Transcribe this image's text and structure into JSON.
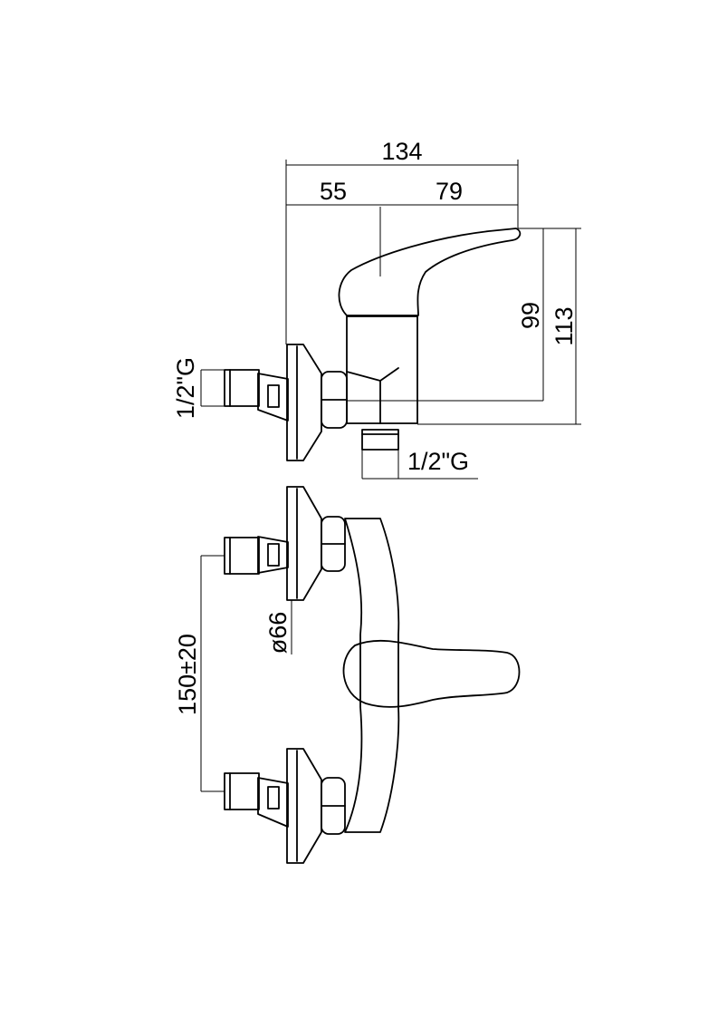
{
  "dimensions": {
    "overall_width": "134",
    "width_left": "55",
    "width_right": "79",
    "height_99": "99",
    "height_113": "113",
    "thread_inlet": "1/2\"G",
    "thread_outlet": "1/2\"G",
    "flange_diameter": "ø66",
    "center_distance": "150±20"
  }
}
